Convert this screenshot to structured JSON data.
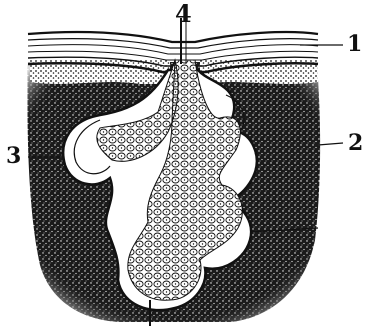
{
  "labels": {
    "one": "1",
    "two": "2",
    "three": "3",
    "four": "4"
  },
  "colors": {
    "ink": "#111111",
    "paper": "#ffffff"
  }
}
